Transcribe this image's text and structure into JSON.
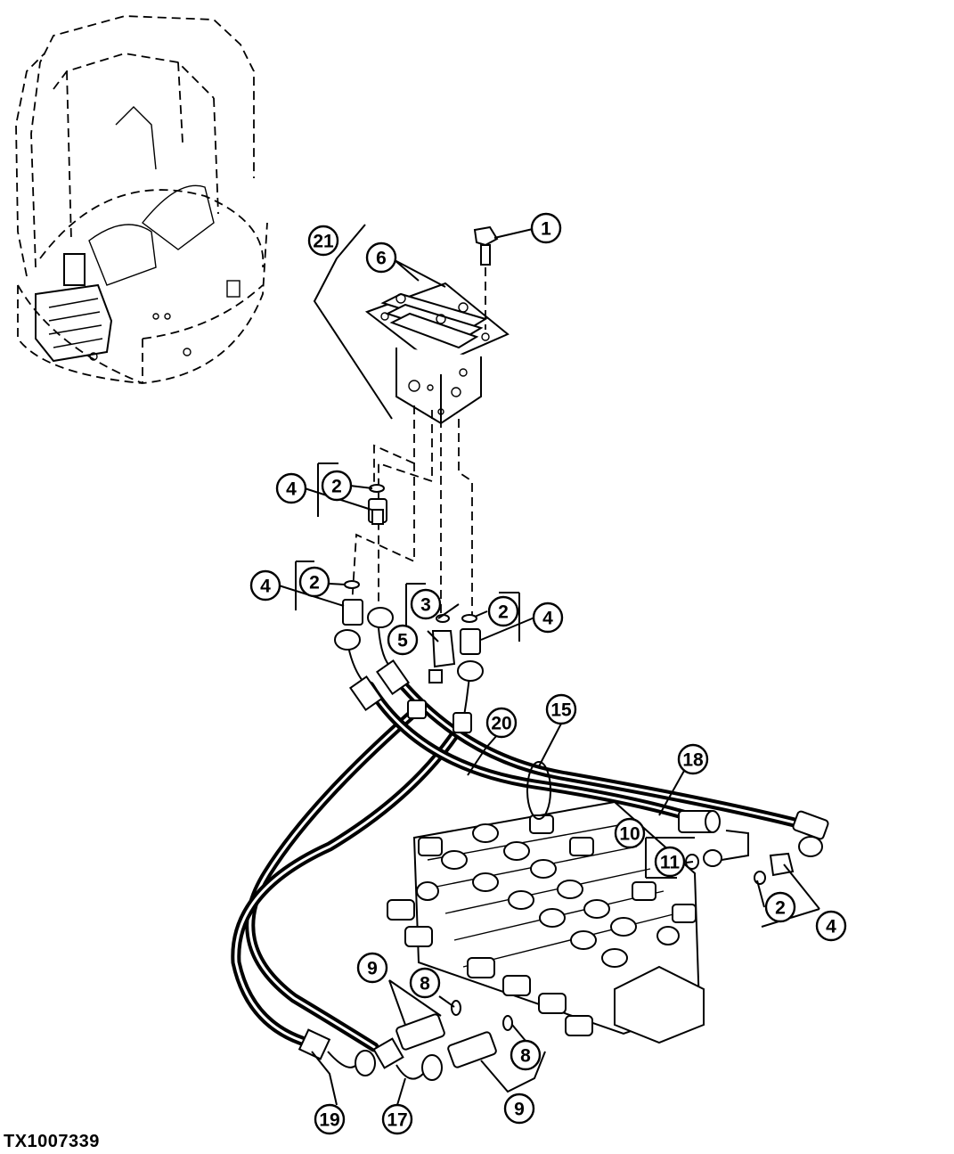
{
  "figure_id": "TX1007339",
  "callouts": [
    {
      "label": "1"
    },
    {
      "label": "21"
    },
    {
      "label": "6"
    },
    {
      "label": "4"
    },
    {
      "label": "2"
    },
    {
      "label": "4"
    },
    {
      "label": "2"
    },
    {
      "label": "3"
    },
    {
      "label": "2"
    },
    {
      "label": "5"
    },
    {
      "label": "4"
    },
    {
      "label": "15"
    },
    {
      "label": "20"
    },
    {
      "label": "18"
    },
    {
      "label": "10"
    },
    {
      "label": "11"
    },
    {
      "label": "2"
    },
    {
      "label": "4"
    },
    {
      "label": "9"
    },
    {
      "label": "8"
    },
    {
      "label": "8"
    },
    {
      "label": "9"
    },
    {
      "label": "19"
    },
    {
      "label": "17"
    }
  ]
}
